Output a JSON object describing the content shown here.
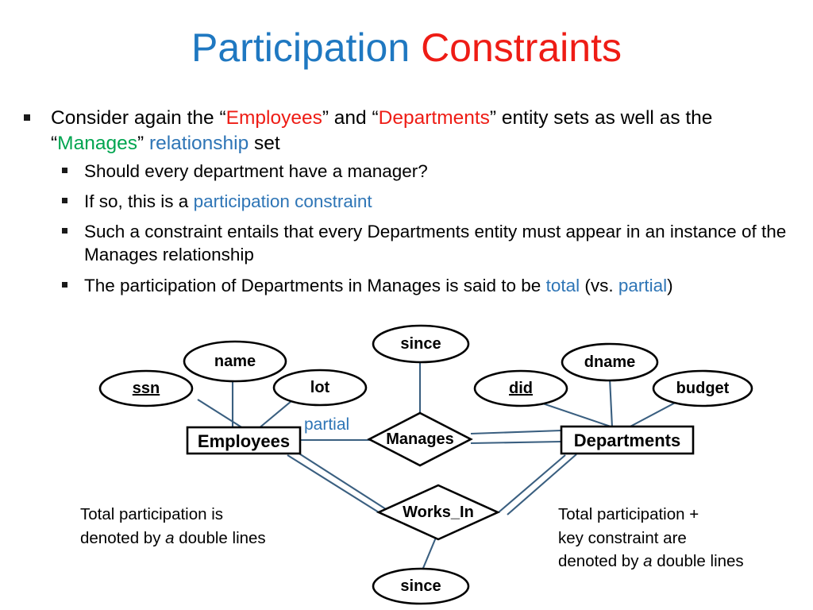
{
  "title": {
    "part1": "Participation",
    "space": " ",
    "part2": "Constraints",
    "color1": "#1f78c1",
    "color2": "#ee1c15"
  },
  "bullets": {
    "main": {
      "seg1": "Consider again the “",
      "seg2": "Employees",
      "seg3": "” and “",
      "seg4": "Departments",
      "seg5": "” entity sets as well as the “",
      "seg6": "Manages",
      "seg7": "” ",
      "seg8": "relationship",
      "seg9": " set"
    },
    "sub": [
      {
        "seg1": "Should every department have a manager?",
        "seg2": "",
        "seg3": "",
        "seg4": "",
        "seg5": ""
      },
      {
        "seg1": "If so, this is a ",
        "seg2": "participation constraint",
        "seg3": "",
        "seg4": "",
        "seg5": ""
      },
      {
        "seg1": "Such a constraint entails that every Departments entity must appear in an instance of the Manages relationship",
        "seg2": "",
        "seg3": "",
        "seg4": "",
        "seg5": ""
      },
      {
        "seg1": "The participation of Departments in Manages is said to be ",
        "seg2": "total",
        "seg3": " (vs. ",
        "seg4": "partial",
        "seg5": ")"
      }
    ]
  },
  "diagram": {
    "entities": [
      {
        "name": "Employees"
      },
      {
        "name": "Departments"
      }
    ],
    "relationships": [
      {
        "name": "Manages"
      },
      {
        "name": "Works_In"
      }
    ],
    "attributes": [
      {
        "name": "ssn",
        "key": true,
        "owner": "Employees"
      },
      {
        "name": "name",
        "key": false,
        "owner": "Employees"
      },
      {
        "name": "lot",
        "key": false,
        "owner": "Employees"
      },
      {
        "name": "since",
        "key": false,
        "owner": "Manages"
      },
      {
        "name": "did",
        "key": true,
        "owner": "Departments"
      },
      {
        "name": "dname",
        "key": false,
        "owner": "Departments"
      },
      {
        "name": "budget",
        "key": false,
        "owner": "Departments"
      },
      {
        "name": "since",
        "key": false,
        "owner": "Works_In"
      }
    ],
    "partial_tag": "partial",
    "note_left": {
      "line1": "Total participation is",
      "line2_a": "denoted by ",
      "line2_i": "a",
      "line2_b": " double lines"
    },
    "note_right": {
      "line1": "Total participation +",
      "line2": "key constraint are",
      "line3_a": "denoted by ",
      "line3_i": "a",
      "line3_b": " double lines"
    },
    "colors": {
      "line": "#3a5f80",
      "shape_stroke": "#000000",
      "accent_blue": "#2e75b6"
    }
  }
}
